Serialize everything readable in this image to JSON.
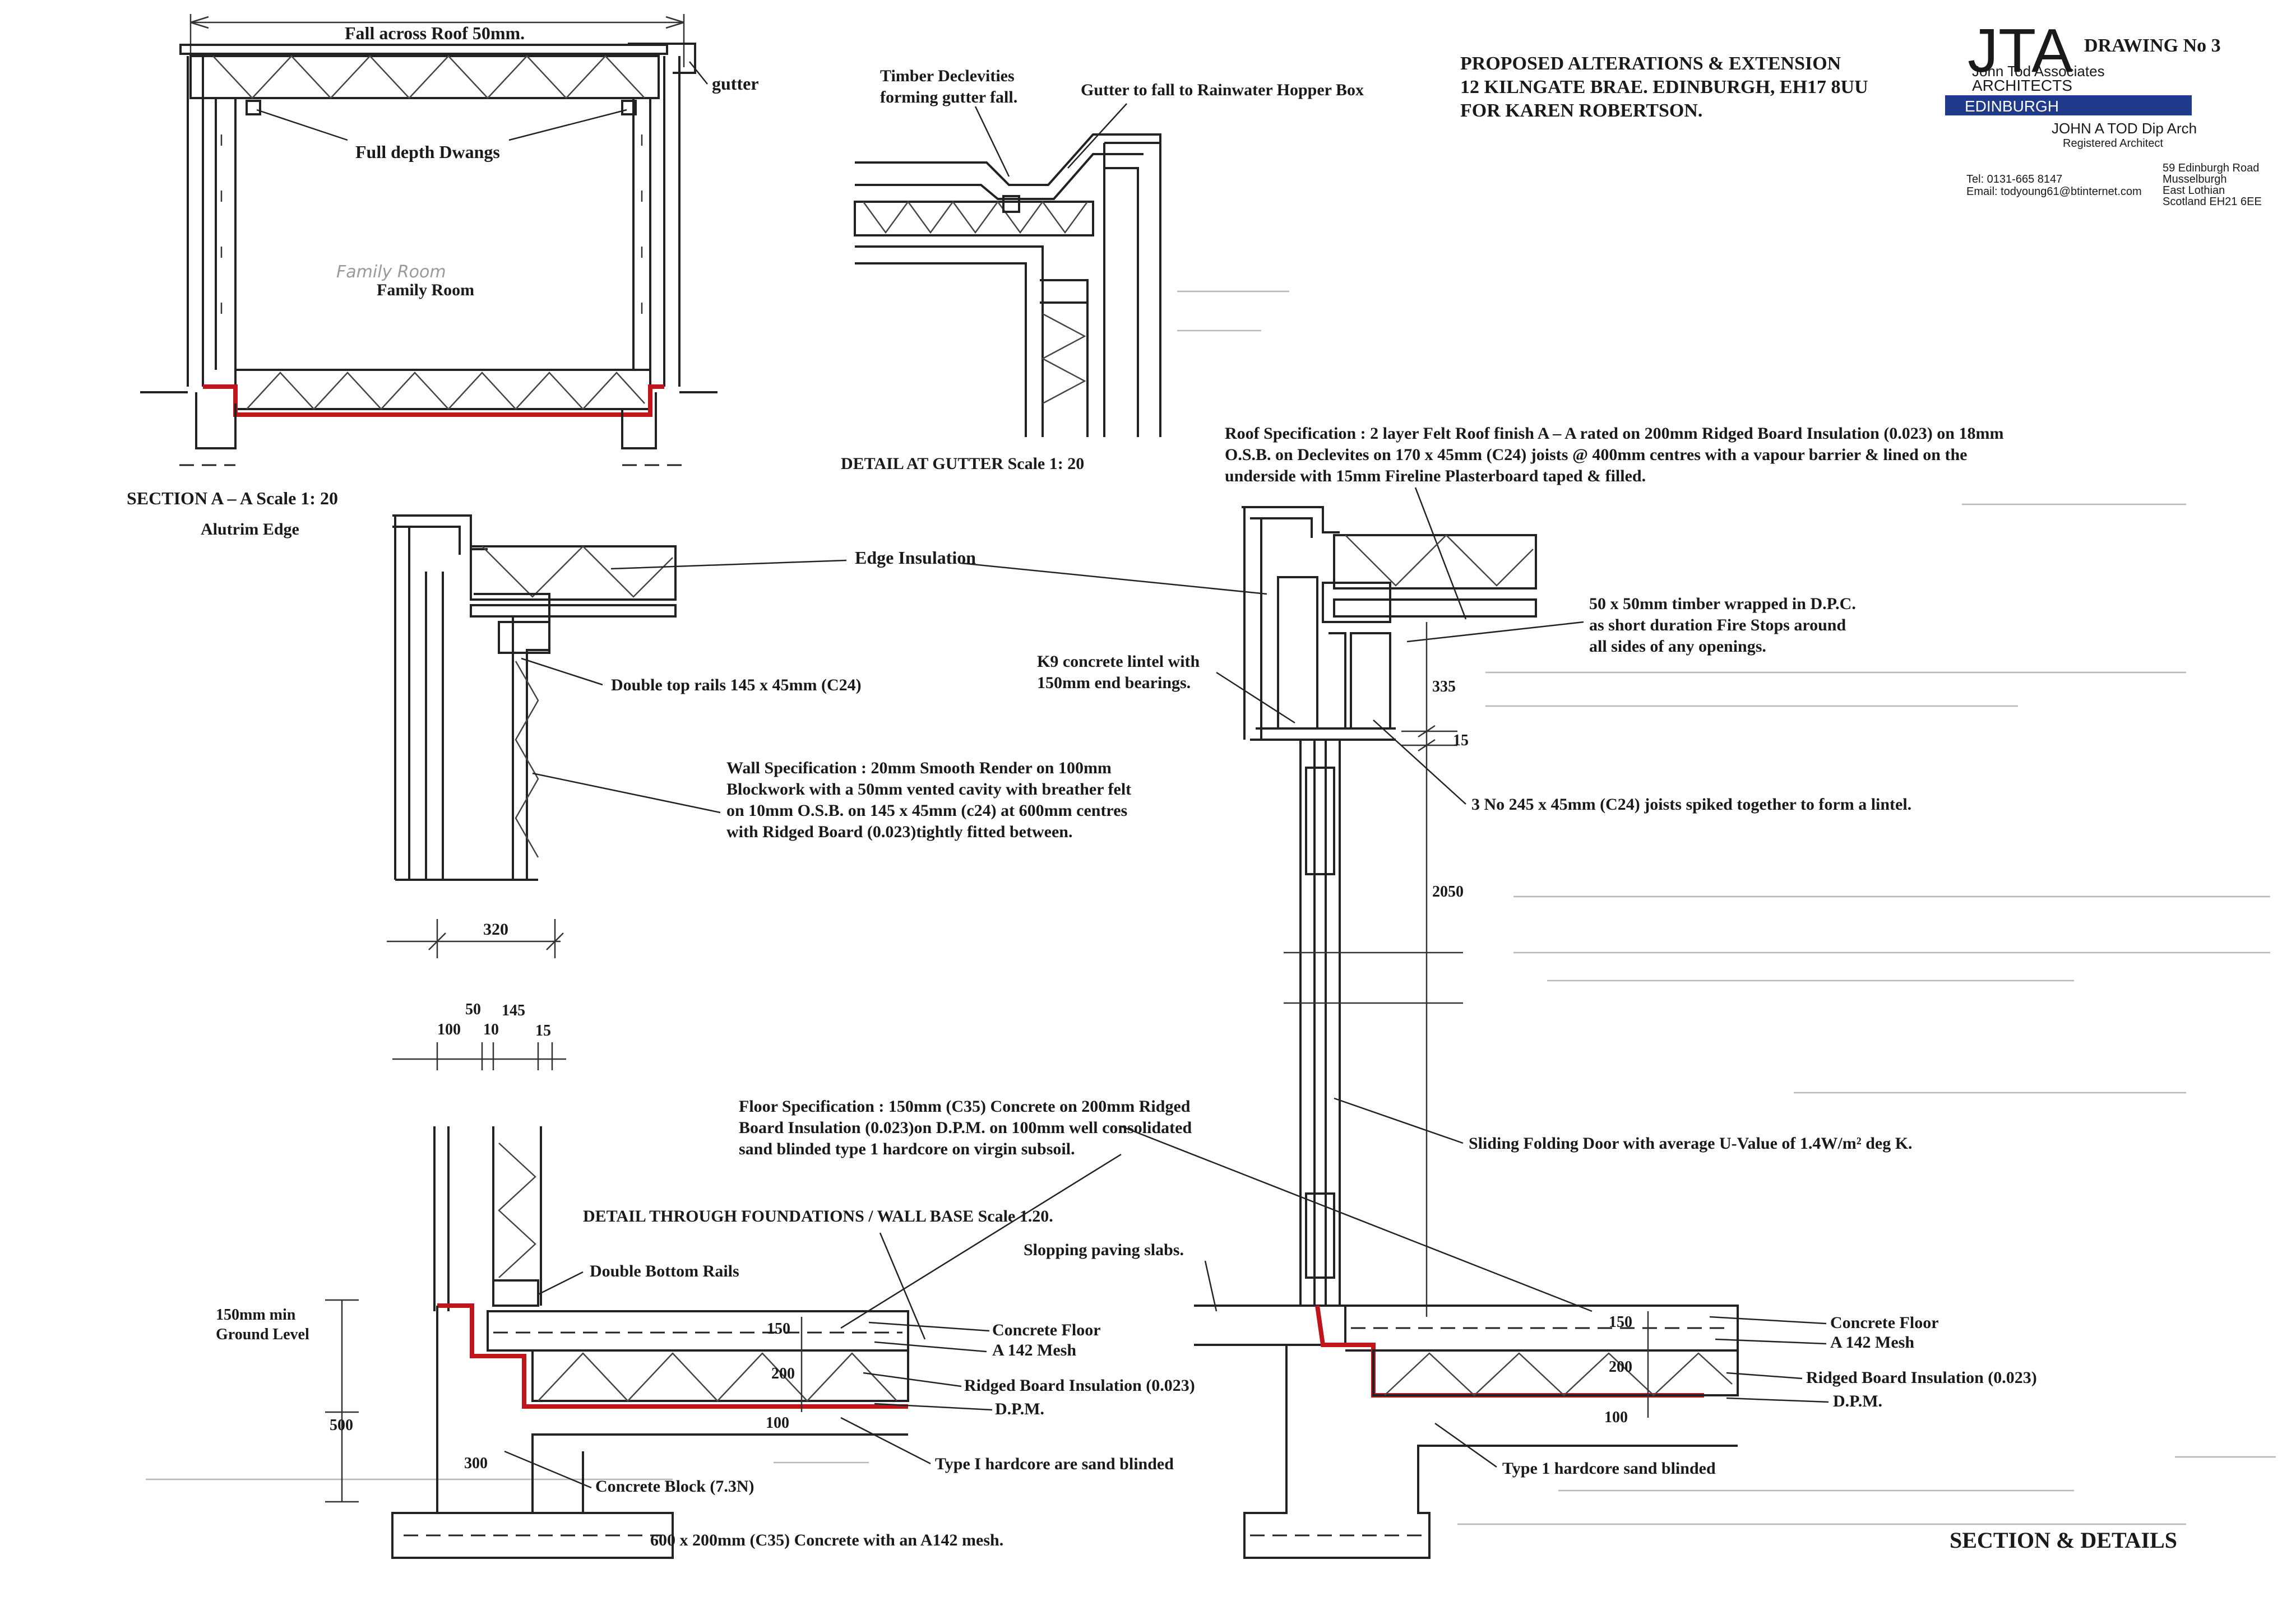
{
  "title_block": {
    "project_line1": "PROPOSED ALTERATIONS & EXTENSION",
    "project_line2": "12 KILNGATE BRAE. EDINBURGH, EH17 8UU",
    "project_line3": "FOR KAREN ROBERTSON.",
    "drawing_no": "DRAWING No 3",
    "logo": "JTA",
    "firm_name": "John Tod Associates",
    "firm_type": "ARCHITECTS",
    "city_band": "EDINBURGH",
    "architect": "JOHN A TOD Dip Arch",
    "architect_role": "Registered Architect",
    "tel": "Tel:    0131-665 8147",
    "email": "Email:  todyoung61@btinternet.com",
    "address_1": "59 Edinburgh Road",
    "address_2": "Musselburgh",
    "address_3": "East Lothian",
    "address_4": "Scotland EH21 6EE",
    "sheet_title": "SECTION & DETAILS",
    "band_color": "#1f3a8a"
  },
  "section_aa": {
    "title": "SECTION A – A Scale 1: 20",
    "fall_note": "Fall across Roof 50mm.",
    "gutter": "gutter",
    "dwangs": "Full depth Dwangs",
    "room": "Family Room",
    "pencil_room": "Family Room"
  },
  "gutter_detail": {
    "title": "DETAIL AT GUTTER Scale 1: 20",
    "declevities_1": "Timber Declevities",
    "declevities_2": "forming gutter fall.",
    "hopper": "Gutter to fall to Rainwater Hopper Box"
  },
  "eaves_detail": {
    "alutrim": "Alutrim Edge",
    "edge_insulation": "Edge Insulation",
    "top_rails": "Double top rails 145 x 45mm (C24)",
    "wall_spec_1": "Wall Specification : 20mm Smooth Render on 100mm",
    "wall_spec_2": "Blockwork with a 50mm vented cavity with breather felt",
    "wall_spec_3": "on 10mm O.S.B. on 145 x 45mm (c24) at 600mm centres",
    "wall_spec_4": "with Ridged Board (0.023)tightly fitted between.",
    "dim_320": "320",
    "dim_50": "50",
    "dim_145": "145",
    "dim_100": "100",
    "dim_10": "10",
    "dim_15": "15"
  },
  "roof_detail": {
    "roof_spec_1": "Roof Specification : 2 layer Felt Roof finish A – A rated on 200mm Ridged Board Insulation (0.023) on 18mm",
    "roof_spec_2": "O.S.B. on Declevites on 170 x 45mm (C24) joists @ 400mm centres with a vapour barrier & lined on the",
    "roof_spec_3": "underside with 15mm Fireline Plasterboard taped & filled.",
    "k9_1": "K9 concrete lintel with",
    "k9_2": "150mm end bearings.",
    "timber_1": "50 x 50mm timber wrapped in D.P.C.",
    "timber_2": "as short duration Fire Stops around",
    "timber_3": "all sides of any openings.",
    "dim_335": "335",
    "dim_15": "15",
    "joists": "3 No 245 x 45mm (C24) joists spiked together to form a lintel.",
    "dim_2050": "2050",
    "door": "Sliding Folding Door with average U-Value of 1.4W/m² deg K."
  },
  "foundation_detail": {
    "title": "DETAIL THROUGH FOUNDATIONS / WALL BASE Scale 1.20.",
    "floor_spec_1": "Floor Specification : 150mm (C35) Concrete on 200mm Ridged",
    "floor_spec_2": "Board Insulation (0.023)on D.P.M. on 100mm well consolidated",
    "floor_spec_3": "sand blinded type 1 hardcore on virgin subsoil.",
    "paving": "Slopping paving slabs.",
    "bottom_rails": "Double Bottom Rails",
    "ground_1": "150mm min",
    "ground_2": "Ground Level",
    "dim_500": "500",
    "dim_300": "300",
    "dim_150": "150",
    "dim_200": "200",
    "dim_100": "100",
    "concrete_floor": "Concrete Floor",
    "mesh": "A 142 Mesh",
    "insulation": "Ridged Board Insulation (0.023)",
    "dpm": "D.P.M.",
    "hardcore": "Type I hardcore are sand blinded",
    "block": "Concrete Block (7.3N)",
    "footing": "600 x 200mm (C35) Concrete with an A142 mesh."
  },
  "door_base_detail": {
    "dim_150": "150",
    "dim_200": "200",
    "dim_100": "100",
    "concrete_floor": "Concrete Floor",
    "mesh": "A 142 Mesh",
    "insulation": "Ridged Board Insulation (0.023)",
    "dpm": "D.P.M.",
    "hardcore": "Type 1 hardcore sand blinded"
  }
}
